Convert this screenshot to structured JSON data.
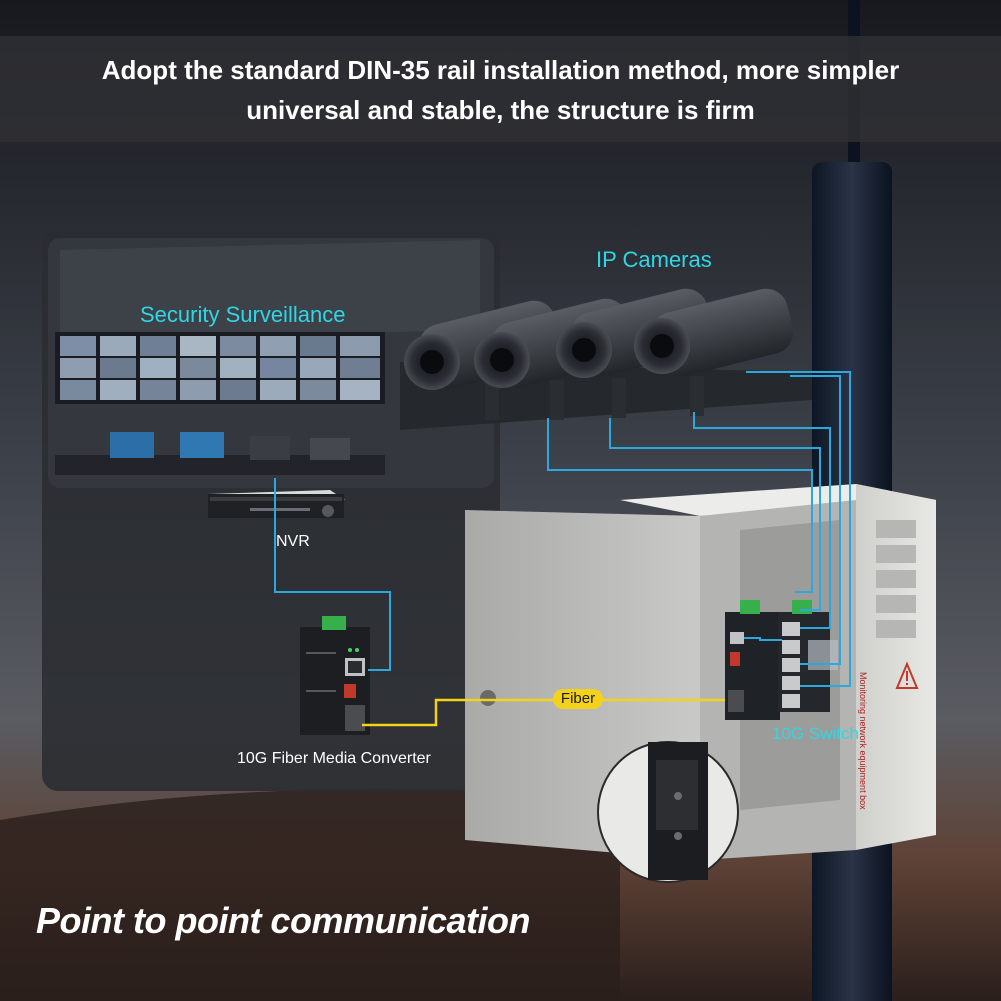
{
  "header": {
    "line1": "Adopt the standard DIN-35 rail installation method, more simpler",
    "line2": "universal and stable, the structure is firm"
  },
  "labels": {
    "ip_cameras": "IP Cameras",
    "security_surveillance": "Security Surveillance",
    "nvr": "NVR",
    "media_converter": "10G Fiber Media Converter",
    "switch": "10G Switch",
    "fiber": "Fiber",
    "equipment_box": "Monitoring network equipment box"
  },
  "footer": {
    "caption": "Point to point communication"
  },
  "colors": {
    "cable": "#2aa8e0",
    "fiber": "#f2d21a",
    "label_cyan": "#2fd6e6",
    "box": "#dcdcd8"
  },
  "icons": {
    "warning": "warning-triangle-icon"
  }
}
